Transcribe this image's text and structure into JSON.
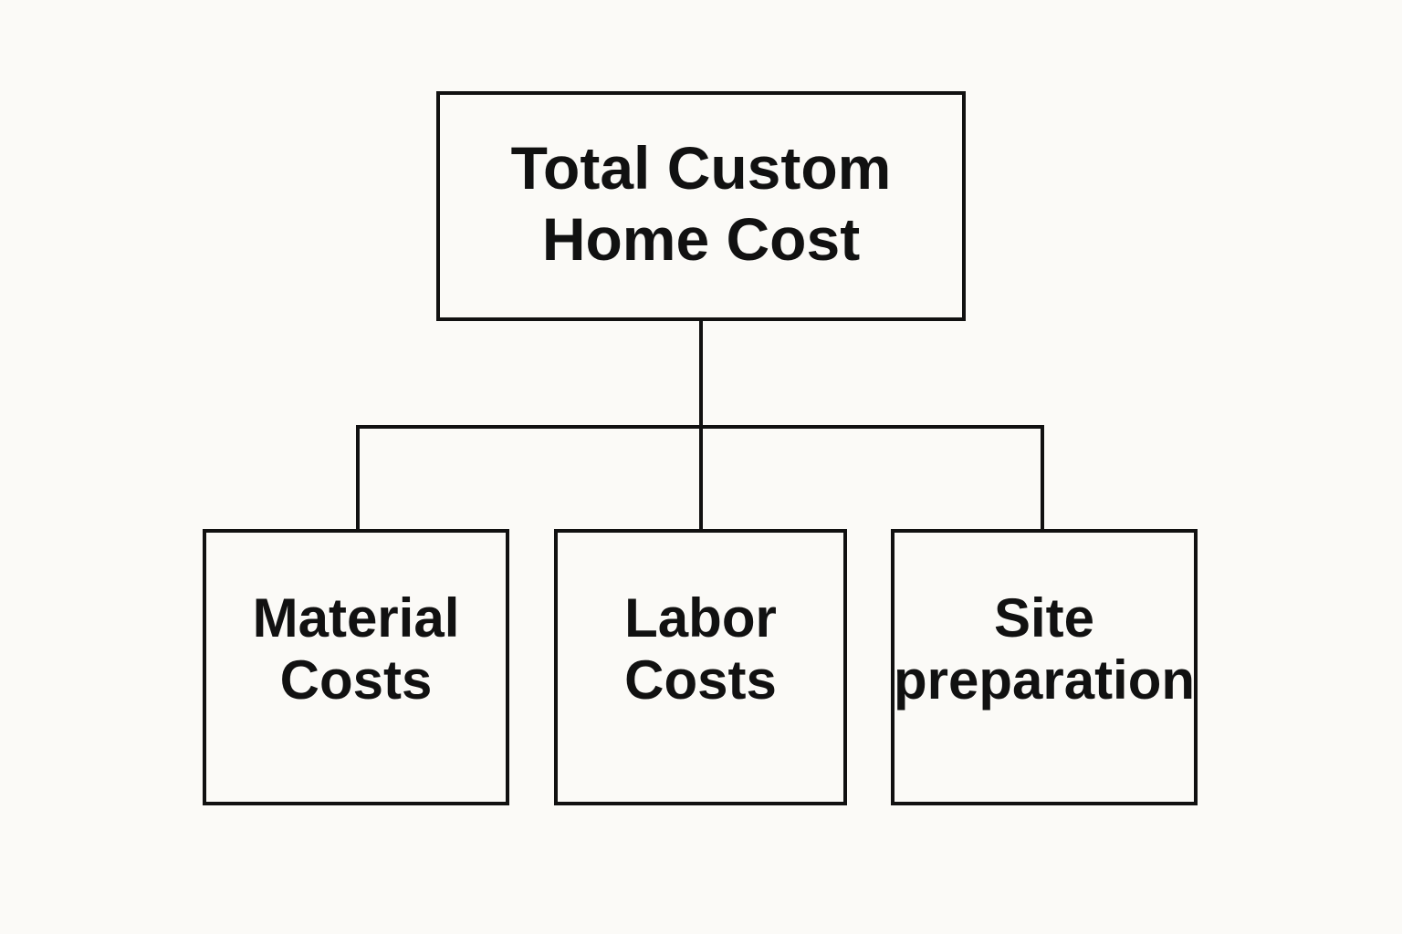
{
  "diagram": {
    "root": {
      "lines": [
        "Total Custom",
        "Home Cost"
      ]
    },
    "children": [
      {
        "lines": [
          "Material",
          "Costs"
        ]
      },
      {
        "lines": [
          "Labor",
          "Costs"
        ]
      },
      {
        "lines": [
          "Site",
          "preparation"
        ]
      }
    ]
  },
  "colors": {
    "background": "#fbfaf7",
    "stroke": "#111111",
    "text": "#111111"
  }
}
